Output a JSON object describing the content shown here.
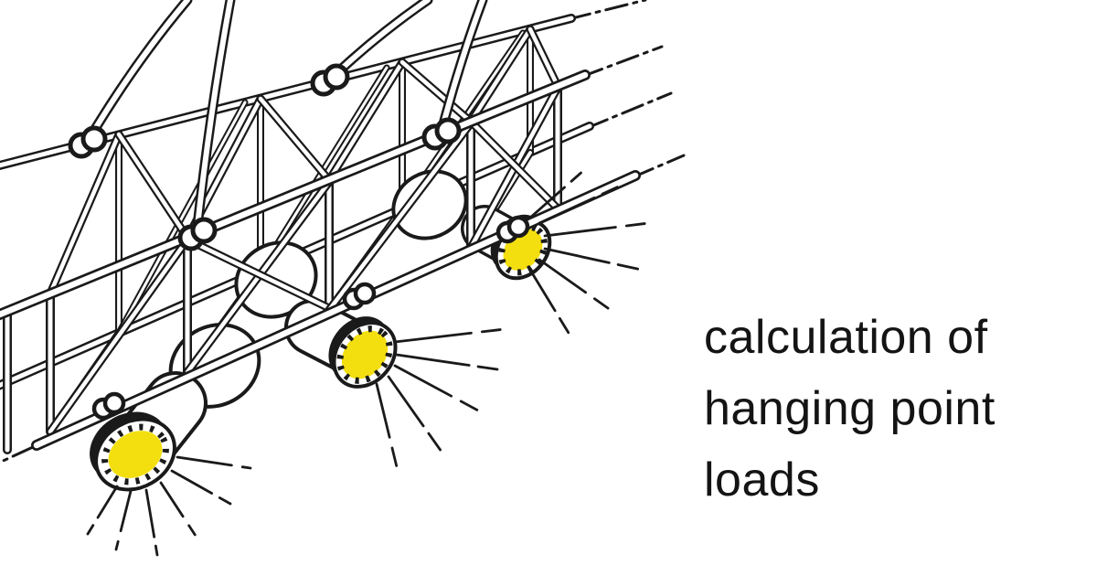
{
  "headline": {
    "lines": [
      "calculation of",
      "hanging point",
      "loads"
    ],
    "full_text": "calculation of hanging point loads"
  },
  "illustration": {
    "name": "lighting-truss-with-bridle-slings-and-spotlights",
    "spotlight_count": 3
  },
  "colors": {
    "background": "#ffffff",
    "ink": "#1a1a1a",
    "text": "#141414",
    "lens_yellow": "#f3df10"
  }
}
